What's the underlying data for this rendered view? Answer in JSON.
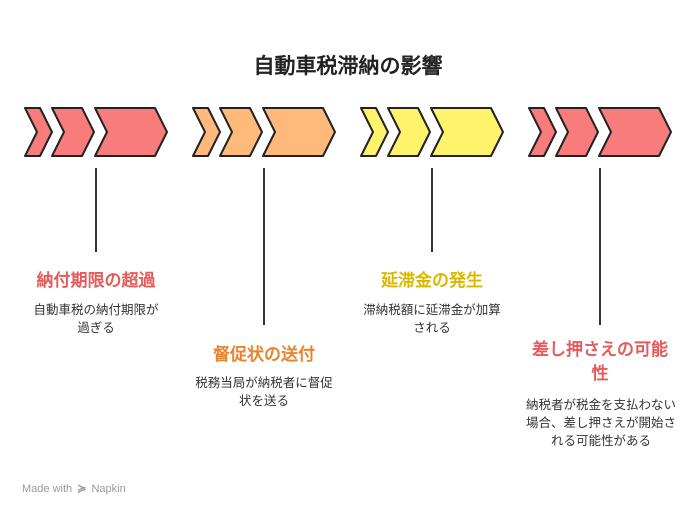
{
  "title": "自動車税滞納の影響",
  "steps": [
    {
      "title": "納付期限の超過",
      "desc": "自動車税の納付期限が過ぎる",
      "color": "#F97C7C",
      "title_color": "#E65A5A"
    },
    {
      "title": "督促状の送付",
      "desc": "税務当局が納税者に督促状を送る",
      "color": "#FFB97A",
      "title_color": "#E8842E"
    },
    {
      "title": "延滞金の発生",
      "desc": "滞納税額に延滞金が加算される",
      "color": "#FFF36B",
      "title_color": "#D9B800"
    },
    {
      "title": "差し押さえの可能性",
      "desc": "納税者が税金を支払わない場合、差し押さえが開始される可能性がある",
      "color": "#F97C7C",
      "title_color": "#E65A5A"
    }
  ],
  "footer": {
    "made_with": "Made with",
    "brand": "Napkin",
    "icon": "napkin-logo-icon"
  }
}
